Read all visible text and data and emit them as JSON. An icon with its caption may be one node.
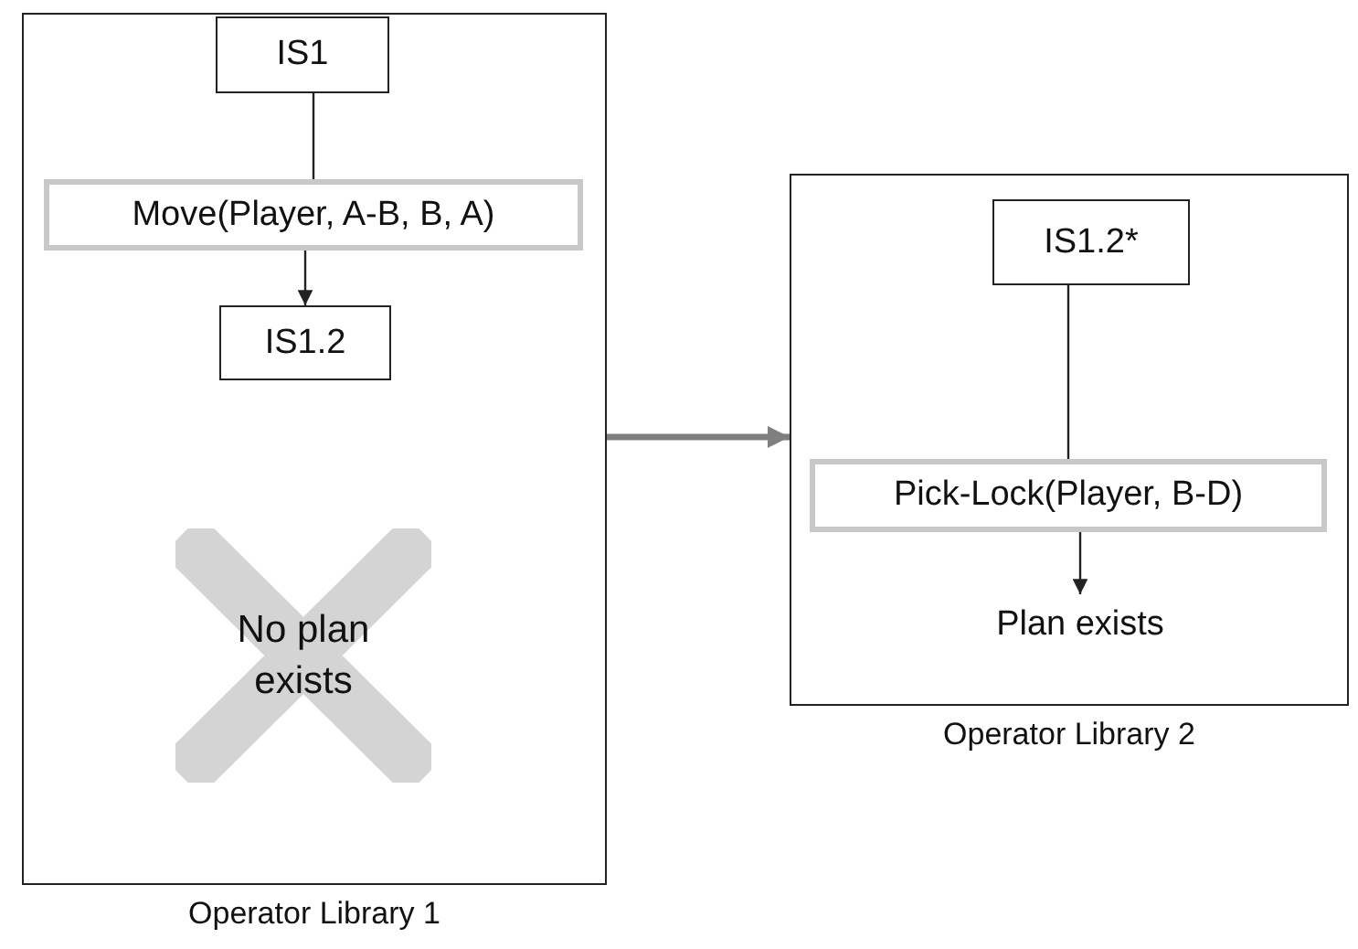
{
  "diagram": {
    "nodes": [
      {
        "text": [
          "Operator Library 1"
        ]
      },
      {
        "text": [
          "IS1"
        ],
        "in": 0
      },
      {
        "text": [
          "Move(Player, A-B, B, A)"
        ],
        "in": 0
      },
      {
        "text": [
          "IS1.2"
        ],
        "in": 0
      },
      {
        "text": [
          "No plan exists"
        ],
        "in": 0
      },
      {
        "text": [
          "Operator Library 2"
        ]
      },
      {
        "text": [
          "IS1.2*"
        ],
        "in": 5
      },
      {
        "text": [
          "Pick-Lock(Player, B-D)"
        ],
        "in": 5
      },
      {
        "text": [
          "Plan exists"
        ],
        "in": 5
      }
    ],
    "edges": [
      {
        "from": 1,
        "to": 2,
        "arrow": "none"
      },
      {
        "from": 2,
        "to": 3,
        "arrow": "to"
      },
      {
        "from": 0,
        "to": 5,
        "arrow": "to",
        "style": "thick",
        "color": "#7f7f7f"
      },
      {
        "from": 6,
        "to": 7,
        "arrow": "none"
      },
      {
        "from": 7,
        "to": 8,
        "arrow": "to"
      }
    ]
  }
}
